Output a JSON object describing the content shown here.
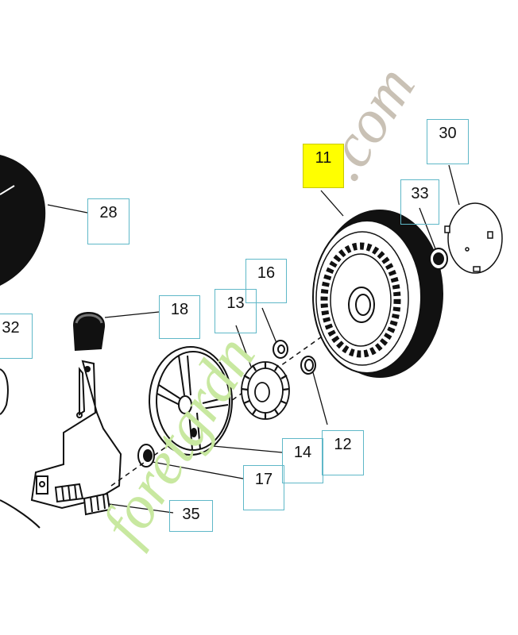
{
  "parts": [
    {
      "id": "11",
      "label": "11",
      "highlighted": true
    },
    {
      "id": "30",
      "label": "30"
    },
    {
      "id": "33",
      "label": "33"
    },
    {
      "id": "28",
      "label": "28"
    },
    {
      "id": "16",
      "label": "16"
    },
    {
      "id": "13",
      "label": "13"
    },
    {
      "id": "18",
      "label": "18"
    },
    {
      "id": "32",
      "label": "32"
    },
    {
      "id": "12",
      "label": "12"
    },
    {
      "id": "14",
      "label": "14"
    },
    {
      "id": "17",
      "label": "17"
    },
    {
      "id": "35",
      "label": "35"
    }
  ],
  "watermark": {
    "text_green": "foretgrdn",
    "text_gray": ".com",
    "color_green": "#c8e8a0",
    "color_gray": "#c9c1b5"
  }
}
